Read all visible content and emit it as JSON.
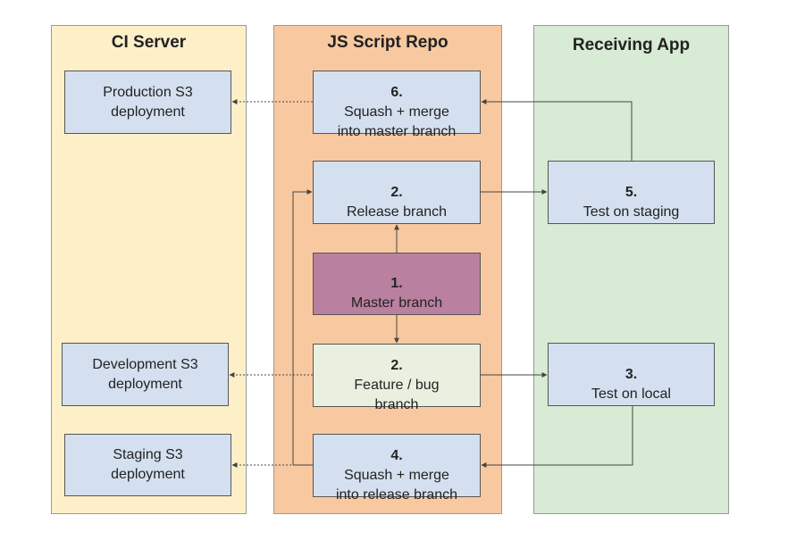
{
  "colors": {
    "ci_lane": "#fdf0c8",
    "repo_lane": "#f8c9a0",
    "app_lane": "#d8ebd4",
    "box_blue": "#d4e0ef",
    "box_master": "#b9809f",
    "box_feature": "#eaf0e0",
    "line": "#444444"
  },
  "lanes": {
    "ci": {
      "title": "CI Server"
    },
    "repo": {
      "title": "JS Script Repo"
    },
    "app": {
      "title": "Receiving App"
    }
  },
  "boxes": {
    "prod_s3": {
      "label": "Production S3\ndeployment"
    },
    "dev_s3": {
      "label": "Development S3\ndeployment"
    },
    "staging_s3": {
      "label": "Staging S3\ndeployment"
    },
    "step6": {
      "num": "6.",
      "label": "Squash + merge\ninto master branch"
    },
    "step2_release": {
      "num": "2.",
      "label": "Release branch"
    },
    "step1": {
      "num": "1.",
      "label": "Master branch"
    },
    "step2_feature": {
      "num": "2.",
      "label": "Feature / bug\nbranch"
    },
    "step4": {
      "num": "4.",
      "label": "Squash + merge\ninto release branch"
    },
    "step5": {
      "num": "5.",
      "label": "Test on staging"
    },
    "step3": {
      "num": "3.",
      "label": "Test on local"
    }
  },
  "connectors": [
    {
      "from": "step1",
      "to": "step2_release",
      "style": "solid"
    },
    {
      "from": "step1",
      "to": "step2_feature",
      "style": "solid"
    },
    {
      "from": "step2_feature",
      "to": "step3",
      "style": "solid"
    },
    {
      "from": "step3",
      "to": "step4",
      "style": "solid"
    },
    {
      "from": "step4",
      "to": "step2_release",
      "style": "solid"
    },
    {
      "from": "step2_release",
      "to": "step5",
      "style": "solid"
    },
    {
      "from": "step5",
      "to": "step6",
      "style": "solid"
    },
    {
      "from": "step6",
      "to": "prod_s3",
      "style": "dotted"
    },
    {
      "from": "step2_feature",
      "to": "dev_s3",
      "style": "dotted"
    },
    {
      "from": "step4",
      "to": "staging_s3",
      "style": "dotted"
    }
  ]
}
